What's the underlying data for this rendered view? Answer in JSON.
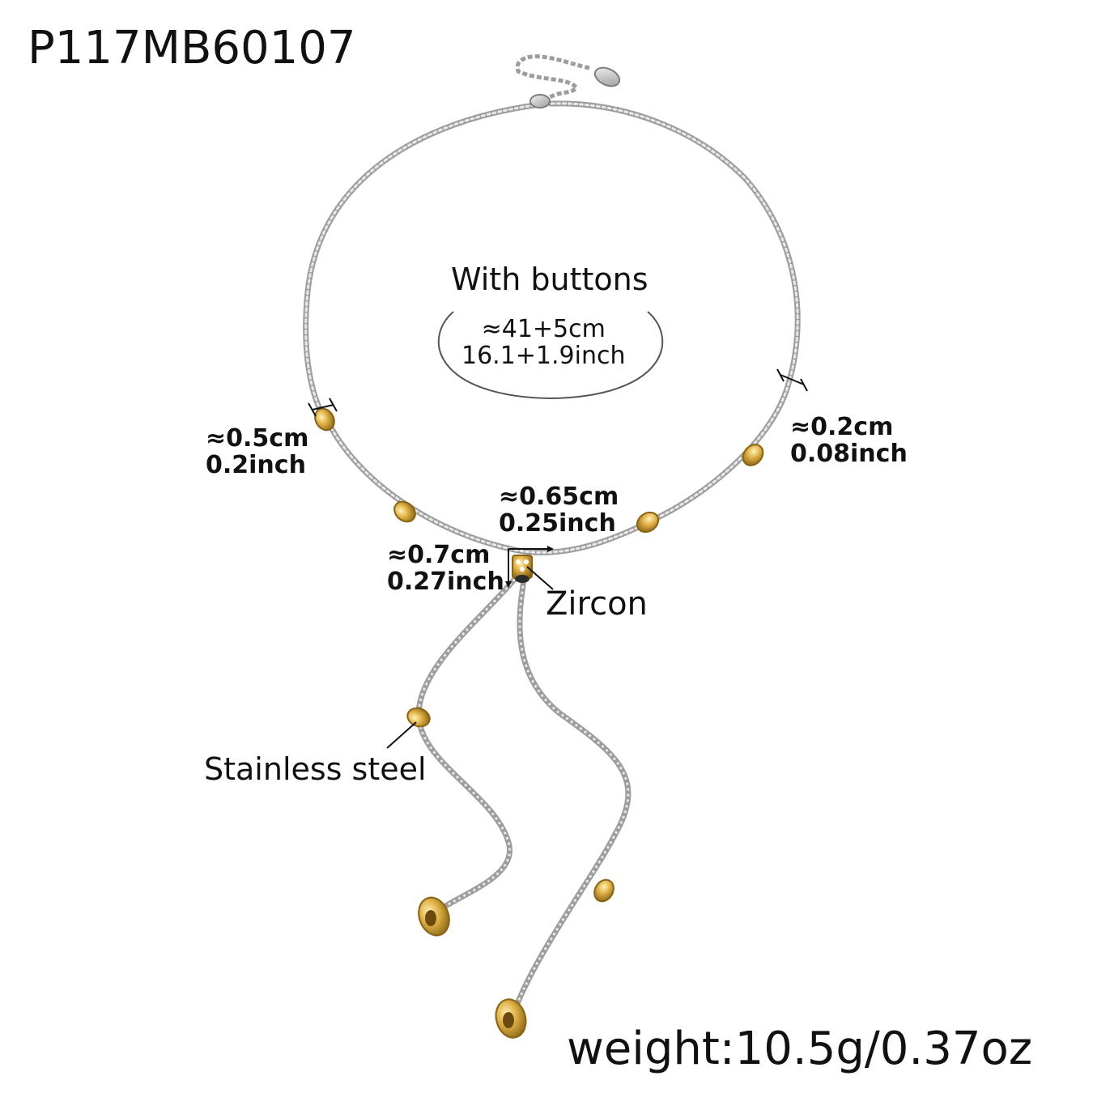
{
  "product_code": "P117MB60107",
  "length": {
    "title": "With buttons",
    "cm": "≈41+5cm",
    "inch": "16.1+1.9inch"
  },
  "bead_left": {
    "cm": "≈0.5cm",
    "inch": "0.2inch"
  },
  "chain_width": {
    "cm": "≈0.2cm",
    "inch": "0.08inch"
  },
  "zircon_width": {
    "cm": "≈0.65cm",
    "inch": "0.25inch"
  },
  "zircon_height": {
    "cm": "≈0.7cm",
    "inch": "0.27inch"
  },
  "labels": {
    "zircon": "Zircon",
    "material": "Stainless steel"
  },
  "weight": "weight:10.5g/0.37oz",
  "colors": {
    "chain": "#b9b9b9",
    "gold": "#d9a936",
    "gold_dark": "#8a6414",
    "text": "#111111"
  }
}
